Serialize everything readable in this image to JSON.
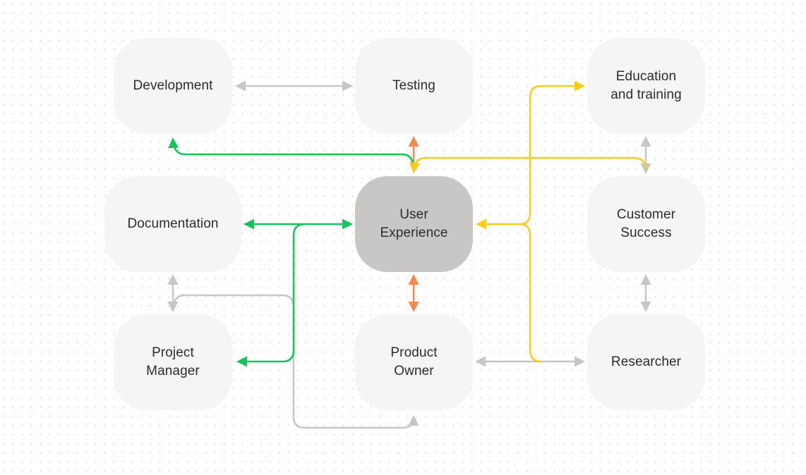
{
  "diagram": {
    "colors": {
      "neutral": "#c6c6c6",
      "green": "#16c45c",
      "yellow": "#fccc19",
      "orange": "#f6894f",
      "node_fill": "#f5f5f5",
      "center_fill": "#c8c7c5"
    },
    "nodes": {
      "development": "Development",
      "testing": "Testing",
      "education": "Education\nand training",
      "documentation": "Documentation",
      "user_experience": "User\nExperience",
      "customer_success": "Customer\nSuccess",
      "project_manager": "Project\nManager",
      "product_owner": "Product\nOwner",
      "researcher": "Researcher"
    },
    "edges": [
      {
        "from": "development",
        "to": "testing",
        "color": "neutral",
        "direction": "both"
      },
      {
        "from": "user_experience",
        "to": "testing",
        "color": "orange",
        "direction": "both"
      },
      {
        "from": "user_experience",
        "to": "development",
        "color": "green",
        "direction": "forward"
      },
      {
        "from": "customer_success",
        "to": "user_experience",
        "color": "yellow",
        "direction": "forward"
      },
      {
        "from": "user_experience",
        "to": "education",
        "color": "yellow",
        "direction": "forward"
      },
      {
        "from": "researcher",
        "to": "user_experience",
        "color": "yellow",
        "direction": "forward"
      },
      {
        "from": "education",
        "to": "customer_success",
        "color": "neutral",
        "direction": "both"
      },
      {
        "from": "documentation",
        "to": "user_experience",
        "color": "green",
        "direction": "both"
      },
      {
        "from": "user_experience",
        "to": "project_manager",
        "color": "green",
        "direction": "forward"
      },
      {
        "from": "documentation",
        "to": "project_manager",
        "color": "neutral",
        "direction": "both"
      },
      {
        "from": "project_manager",
        "to": "product_owner",
        "color": "neutral",
        "direction": "forward"
      },
      {
        "from": "user_experience",
        "to": "product_owner",
        "color": "orange",
        "direction": "both"
      },
      {
        "from": "product_owner",
        "to": "researcher",
        "color": "neutral",
        "direction": "both"
      },
      {
        "from": "customer_success",
        "to": "researcher",
        "color": "neutral",
        "direction": "both"
      }
    ]
  }
}
